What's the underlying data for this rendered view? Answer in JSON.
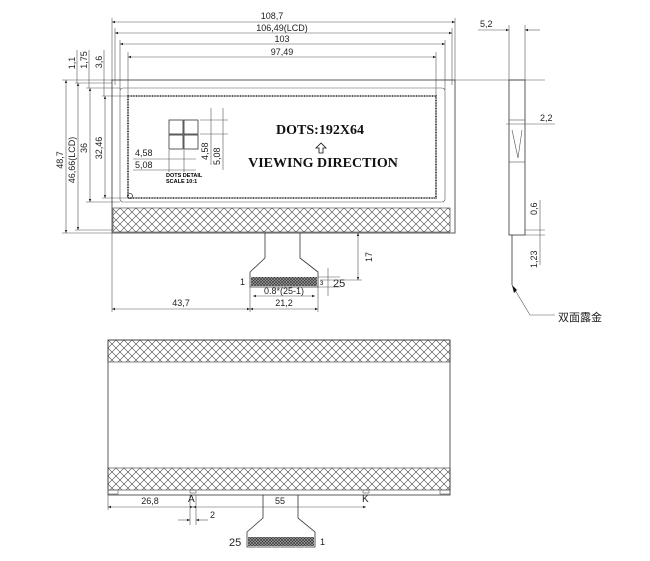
{
  "top_view": {
    "dim_overall_width": "108,7",
    "dim_lcd_width": "106,49(LCD)",
    "dim_viewing_width": "103",
    "dim_active_width": "97,49",
    "dim_1_1": "1,1",
    "dim_1_75": "1,75",
    "dim_3_6": "3,6",
    "dim_overall_height": "48,7",
    "dim_lcd_height": "46,66(LCD)",
    "dim_viewing_height": "36",
    "dim_active_height": "32,46",
    "dots_label": "DOTS:192X64",
    "viewing_direction": "VIEWING DIRECTION",
    "dot_w": "4,58",
    "dot_pitch_w": "5,08",
    "dot_h": "4,58",
    "dot_pitch_h": "5,08",
    "dots_detail": "DOTS DETAIL",
    "scale": "SCALE 10:1",
    "fpc_pin_first": "1",
    "fpc_pin_last": "25",
    "fpc_pad_height": "3",
    "fpc_pitch": "0.8*(25-1)",
    "fpc_offset": "43,7",
    "fpc_width": "21,2",
    "fpc_length": "17"
  },
  "side_view": {
    "dim_thickness": "5,2",
    "dim_glass": "2,2",
    "dim_0_6": "0,6",
    "dim_1_23": "1,23",
    "note": "双面露金"
  },
  "bottom_view": {
    "dim_26_8": "26,8",
    "dim_55": "55",
    "dim_2": "2",
    "anode": "A",
    "cathode": "K",
    "fpc_pin_left": "25",
    "fpc_pin_right": "1"
  }
}
